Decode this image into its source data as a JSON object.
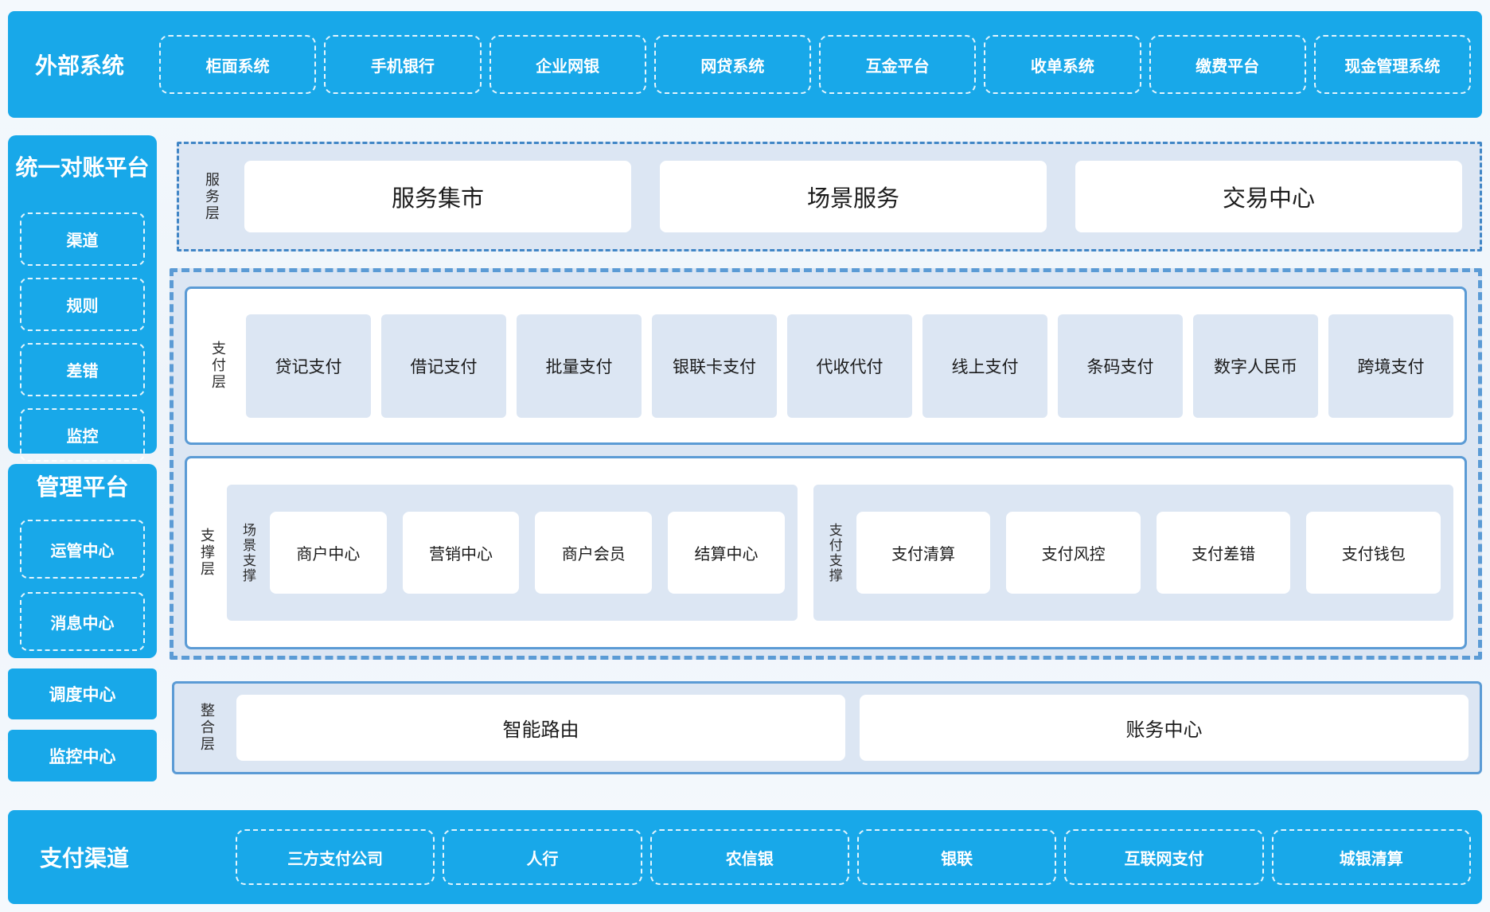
{
  "colors": {
    "brand_blue": "#18a8e9",
    "panel_bg": "#dce6f3",
    "solid_border_blue": "#5b9bd5",
    "dashdot_border_blue": "#4186c6",
    "text_dark": "#1b1b1b"
  },
  "top_banner": {
    "title": "外部系统",
    "items": [
      "柜面系统",
      "手机银行",
      "企业网银",
      "网贷系统",
      "互金平台",
      "收单系统",
      "缴费平台",
      "现金管理系统"
    ]
  },
  "sidebar": {
    "reconciliation": {
      "title": "统一对账平台",
      "items": [
        "渠道",
        "规则",
        "差错",
        "监控"
      ]
    },
    "management": {
      "title": "管理平台",
      "items": [
        "运管中心",
        "消息中心"
      ]
    },
    "solo_blocks": [
      "调度中心",
      "监控中心"
    ]
  },
  "layers": {
    "service": {
      "label": "服务层",
      "items": [
        "服务集市",
        "场景服务",
        "交易中心"
      ]
    },
    "payment": {
      "label": "支付层",
      "items": [
        "贷记支付",
        "借记支付",
        "批量支付",
        "银联卡支付",
        "代收代付",
        "线上支付",
        "条码支付",
        "数字人民币",
        "跨境支付"
      ]
    },
    "support": {
      "label": "支撑层",
      "groups": [
        {
          "label": "场景支撑",
          "items": [
            "商户中心",
            "营销中心",
            "商户会员",
            "结算中心"
          ]
        },
        {
          "label": "支付支撑",
          "items": [
            "支付清算",
            "支付风控",
            "支付差错",
            "支付钱包"
          ]
        }
      ]
    },
    "integration": {
      "label": "整合层",
      "items": [
        "智能路由",
        "账务中心"
      ]
    }
  },
  "bottom_banner": {
    "title": "支付渠道",
    "items": [
      "三方支付公司",
      "人行",
      "农信银",
      "银联",
      "互联网支付",
      "城银清算"
    ]
  }
}
